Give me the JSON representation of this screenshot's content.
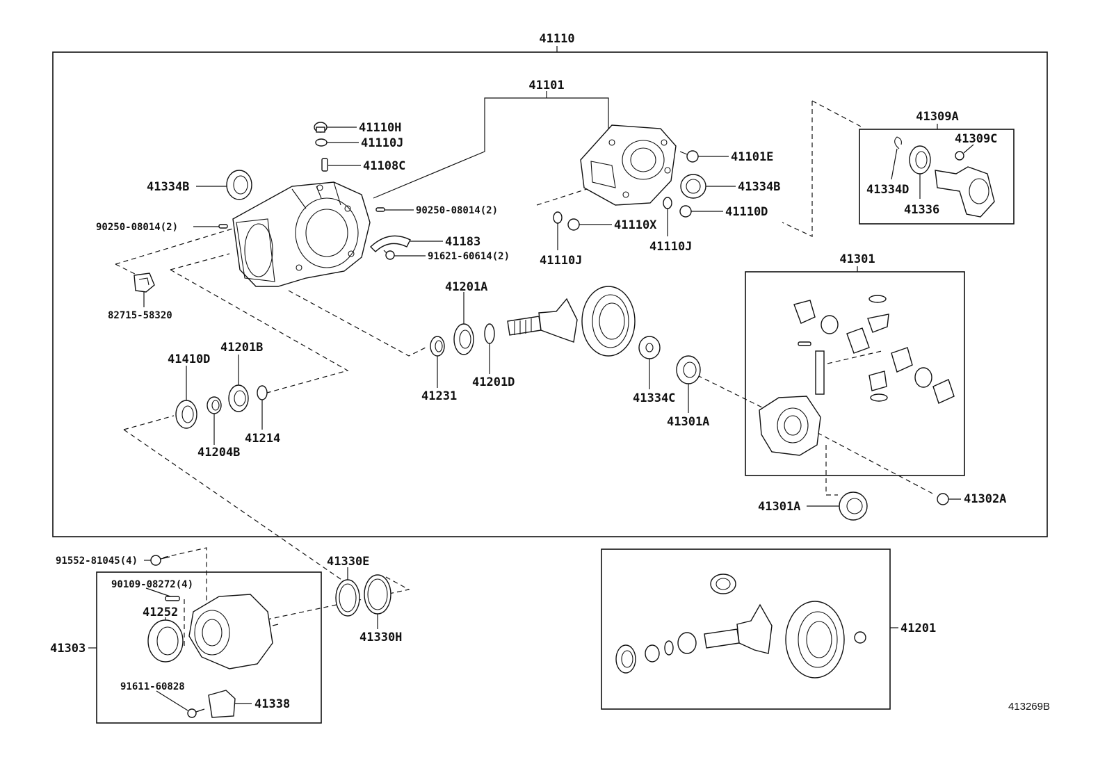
{
  "diagram_id": "413269B",
  "groups": {
    "main_assembly": "41110",
    "carrier_cover": "41101",
    "side_gear_kit": "41309A",
    "differential_case": "41301",
    "flange_unit": "41303",
    "ring_pinion_set": "41201"
  },
  "parts": {
    "p41110H": "41110H",
    "p41110J_top": "41110J",
    "p41108C": "41108C",
    "p41334B_left": "41334B",
    "p90250_right": "90250-08014(2)",
    "p90250_left": "90250-08014(2)",
    "p41183": "41183",
    "p91621": "91621-60614(2)",
    "p82715": "82715-58320",
    "p41101E": "41101E",
    "p41334B_right": "41334B",
    "p41110D": "41110D",
    "p41110X": "41110X",
    "p41110J_left": "41110J",
    "p41110J_right": "41110J",
    "p41309C": "41309C",
    "p41334D": "41334D",
    "p41336": "41336",
    "p41201A": "41201A",
    "p41231": "41231",
    "p41201D": "41201D",
    "p41334C": "41334C",
    "p41301A_mid": "41301A",
    "p41301A_low": "41301A",
    "p41302A": "41302A",
    "p41410D": "41410D",
    "p41201B": "41201B",
    "p41204B": "41204B",
    "p41214": "41214",
    "p91552": "91552-81045(4)",
    "p90109": "90109-08272(4)",
    "p41252": "41252",
    "p91611": "91611-60828",
    "p41338": "41338",
    "p41330E": "41330E",
    "p41330H": "41330H"
  }
}
